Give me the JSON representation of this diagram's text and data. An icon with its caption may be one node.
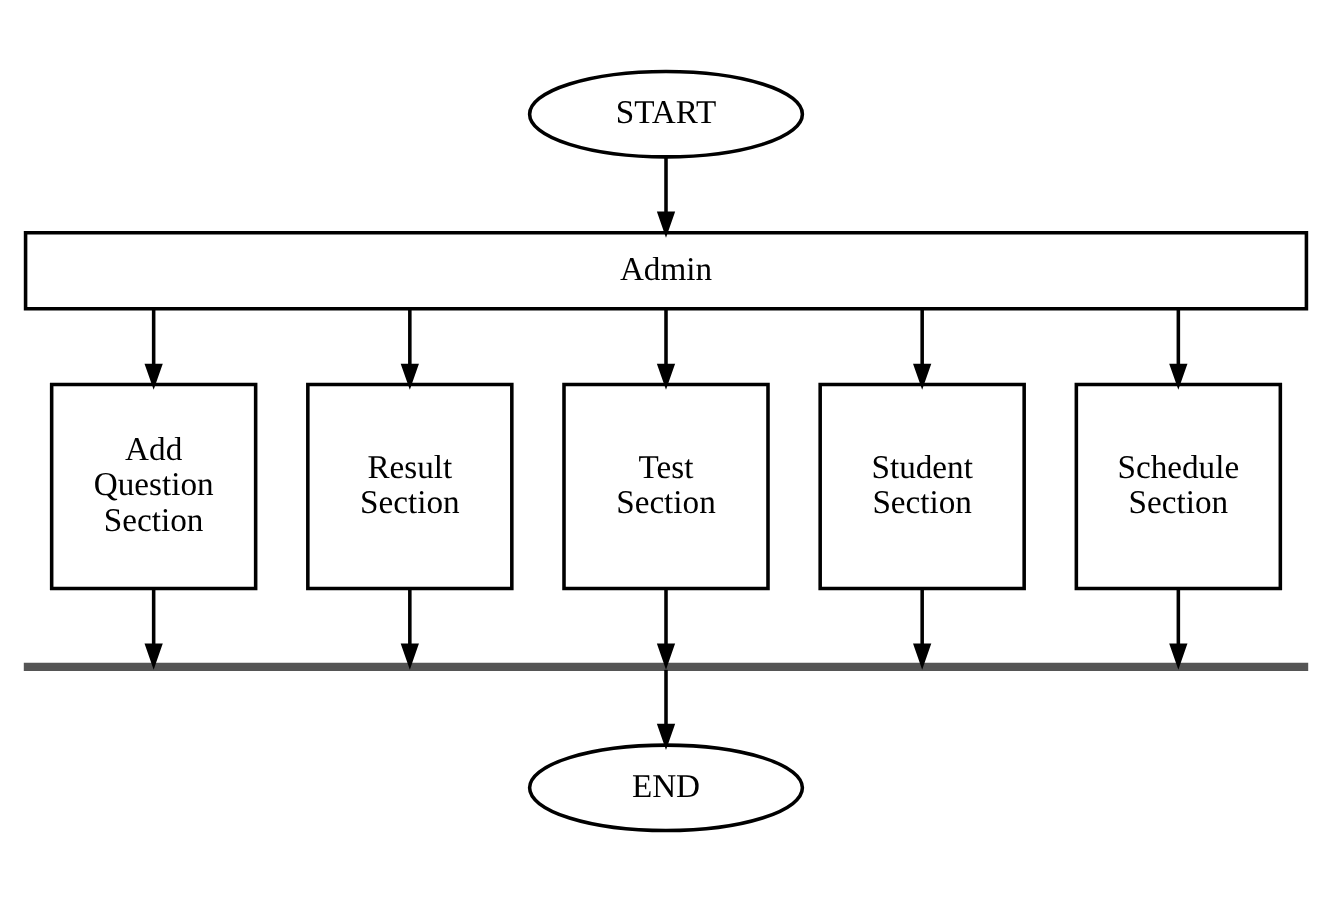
{
  "diagram": {
    "nodes": [
      {
        "text": [
          "START"
        ]
      },
      {
        "text": [
          "Admin"
        ]
      },
      {
        "text": [
          "Add Question Section"
        ]
      },
      {
        "text": [
          "Result Section"
        ]
      },
      {
        "text": [
          "Test Section"
        ]
      },
      {
        "text": [
          "Student Section"
        ]
      },
      {
        "text": [
          "Schedule Section"
        ]
      },
      {
        "text": [],
        "shape": "bar"
      },
      {
        "text": [
          "END"
        ]
      }
    ],
    "edges": [
      {
        "from": 0,
        "to": 1,
        "arrow": "to"
      },
      {
        "from": 1,
        "to": 2,
        "arrow": "to"
      },
      {
        "from": 1,
        "to": 3,
        "arrow": "to"
      },
      {
        "from": 1,
        "to": 4,
        "arrow": "to"
      },
      {
        "from": 1,
        "to": 5,
        "arrow": "to"
      },
      {
        "from": 1,
        "to": 6,
        "arrow": "to"
      },
      {
        "from": 2,
        "to": 7,
        "arrow": "to"
      },
      {
        "from": 3,
        "to": 7,
        "arrow": "to"
      },
      {
        "from": 4,
        "to": 7,
        "arrow": "to"
      },
      {
        "from": 5,
        "to": 7,
        "arrow": "to"
      },
      {
        "from": 6,
        "to": 7,
        "arrow": "to"
      },
      {
        "from": 7,
        "to": 8,
        "arrow": "to"
      }
    ]
  }
}
